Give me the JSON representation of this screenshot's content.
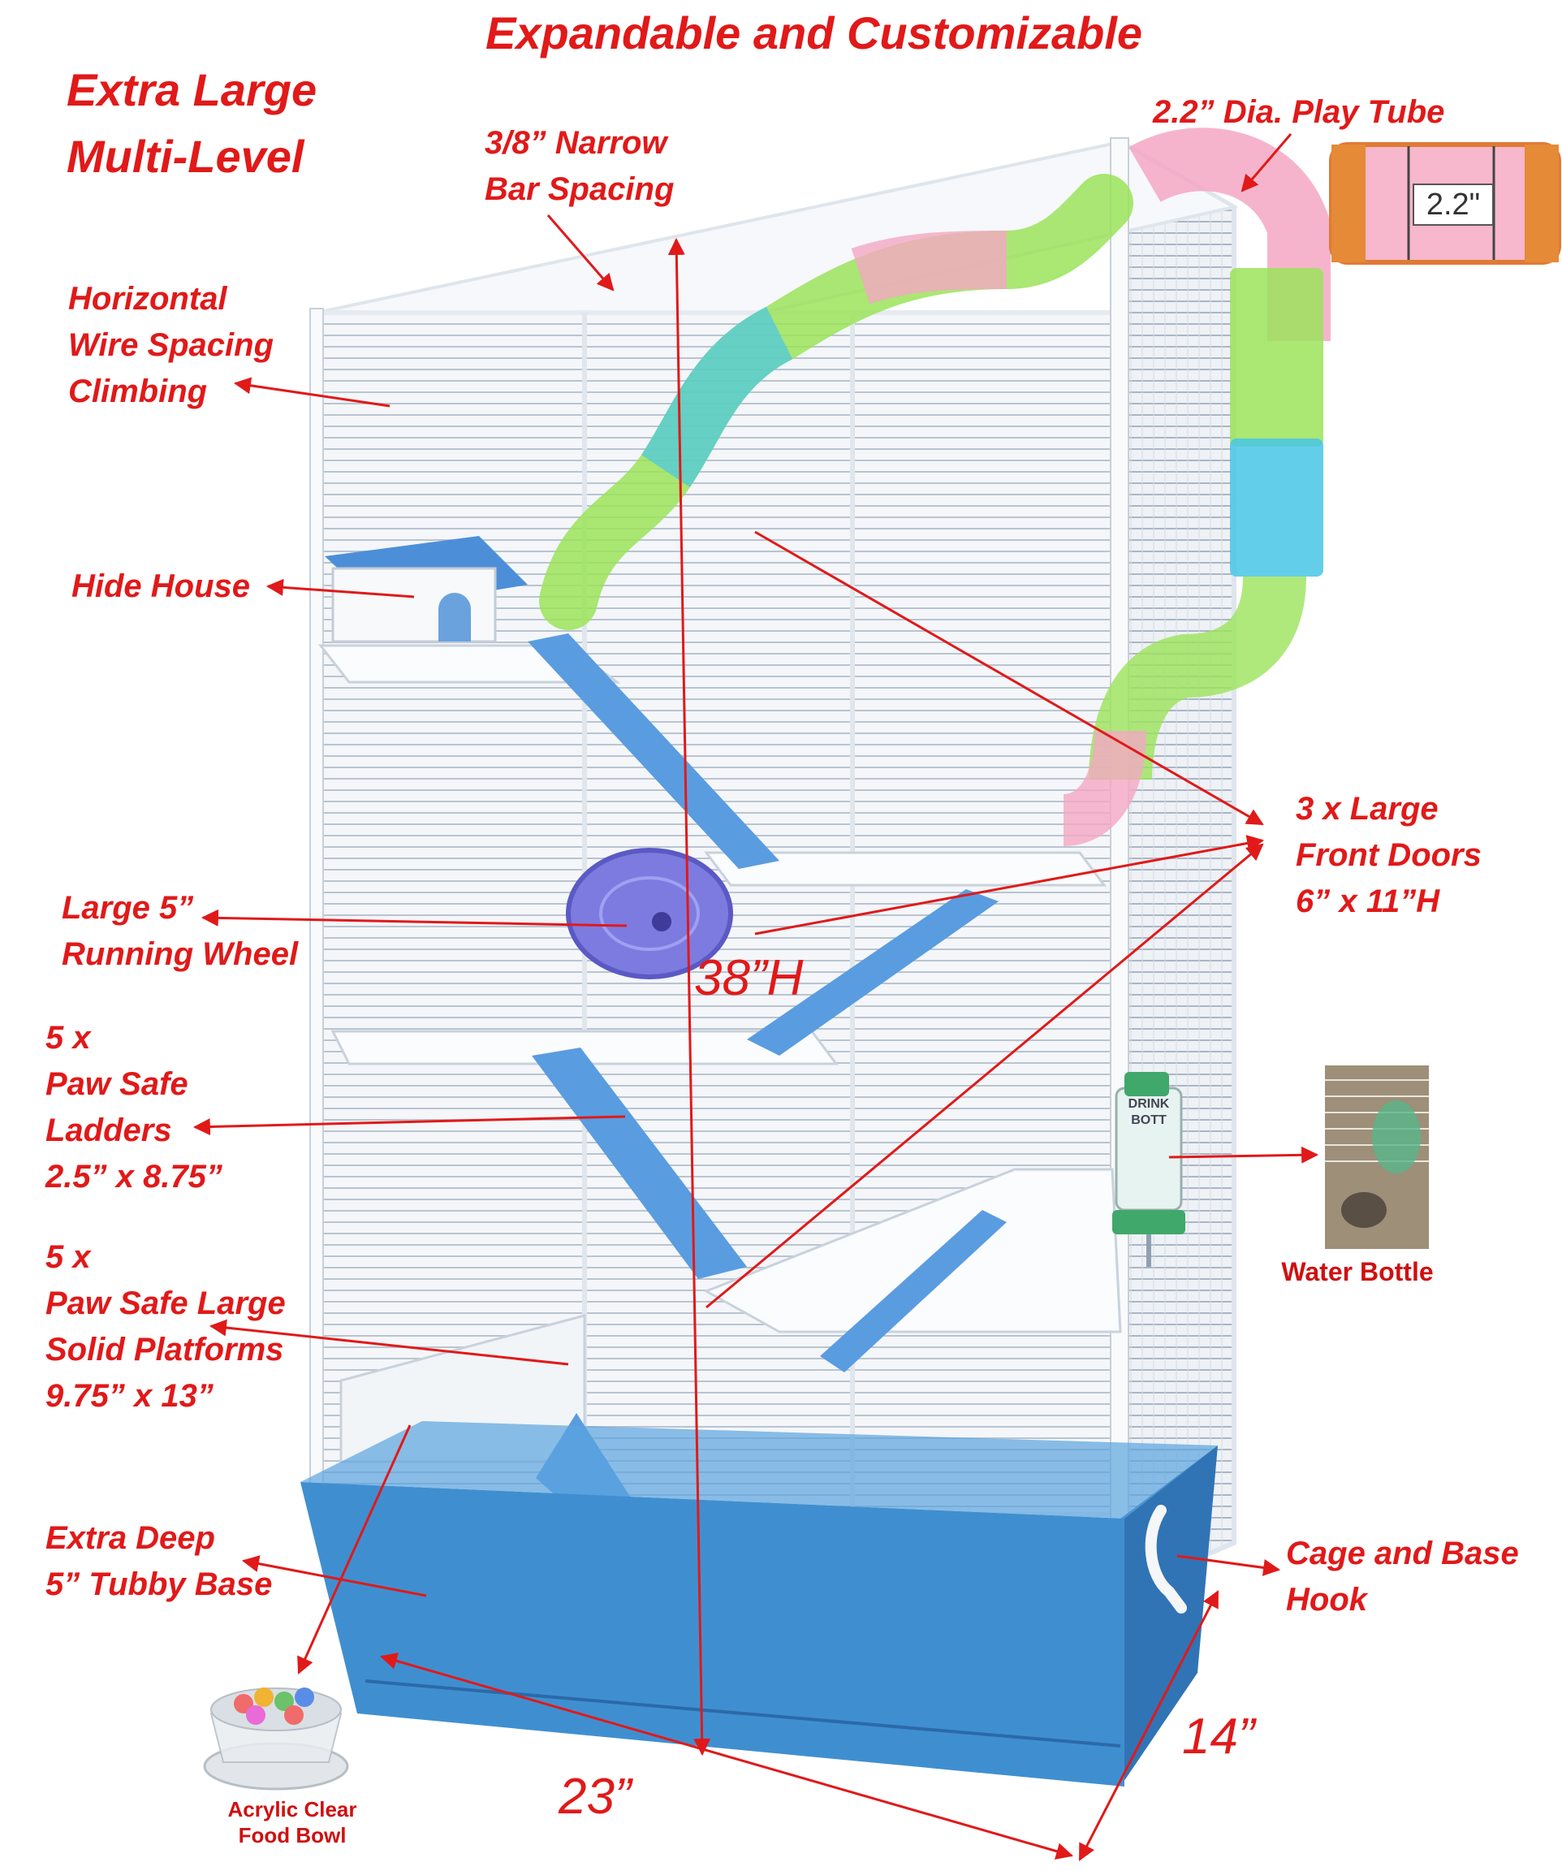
{
  "headline": "Expandable and Customizable",
  "title_lines": [
    "Extra Large",
    "Multi-Level"
  ],
  "callouts": {
    "bar_spacing": [
      "3/8” Narrow",
      "Bar Spacing"
    ],
    "play_tube": "2.2” Dia. Play Tube",
    "tube_inset": "2.2\"",
    "horizontal_wire": [
      "Horizontal",
      "Wire Spacing",
      "Climbing"
    ],
    "hide_house": "Hide House",
    "front_doors": [
      "3 x Large",
      "Front Doors",
      "6” x 11”H"
    ],
    "running_wheel": [
      "Large 5”",
      "Running Wheel"
    ],
    "ladders": [
      "5 x",
      "Paw Safe",
      "Ladders",
      "2.5” x 8.75”"
    ],
    "platforms": [
      "5 x",
      "Paw Safe Large",
      "Solid Platforms",
      "9.75” x 13”"
    ],
    "water_bottle": "Water Bottle",
    "bottle_label": [
      "DRINK",
      "BOTT"
    ],
    "tubby_base": [
      "Extra Deep",
      "5” Tubby Base"
    ],
    "base_hook": [
      "Cage and Base",
      "Hook"
    ],
    "food_bowl": [
      "Acrylic  Clear",
      "Food Bowl"
    ]
  },
  "dimensions": {
    "height": "38”H",
    "width": "23”",
    "depth": "14”"
  },
  "colors": {
    "label_red": "#e11919",
    "base_blue": "#3f8fd0",
    "wire_white": "#eef2f6",
    "tube_pink": "#f4a7c3",
    "tube_green": "#9be35a",
    "tube_cyan": "#48c6e6",
    "wheel_purple": "#7d7be0"
  }
}
